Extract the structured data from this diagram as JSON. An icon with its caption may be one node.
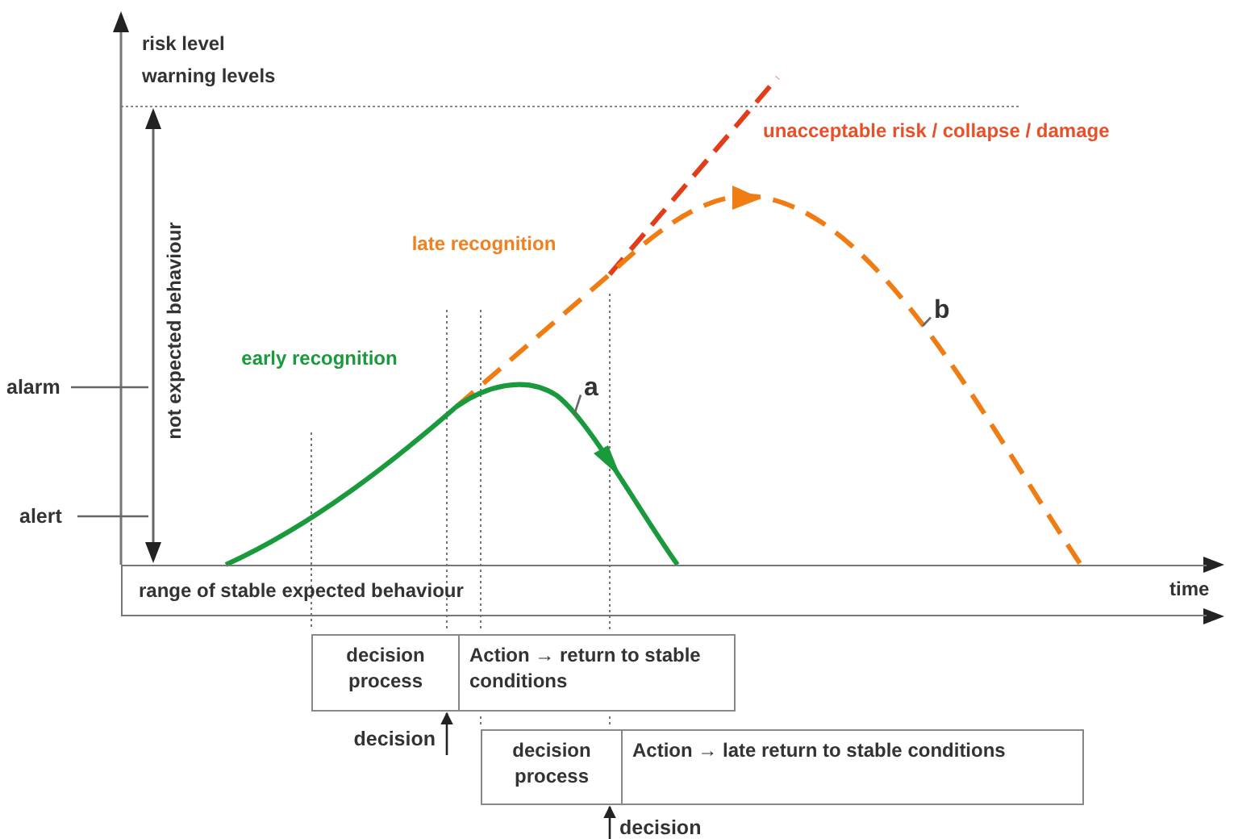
{
  "diagram": {
    "nodes": [
      {
        "text": [
          "range of stable expected behaviour"
        ]
      },
      {
        "text": [
          "decision process",
          "Action → return to stable conditions"
        ]
      },
      {
        "text": [
          "decision process",
          "Action → late return to stable conditions"
        ]
      },
      {
        "text": [
          "decision"
        ]
      },
      {
        "text": [
          "decision"
        ]
      },
      {
        "text": [
          "a"
        ]
      },
      {
        "text": [
          "b"
        ]
      },
      {
        "text": [
          "alarm"
        ]
      },
      {
        "text": [
          "alert"
        ]
      }
    ],
    "edges": [
      {
        "from": 3,
        "to": 1,
        "arrow": "to"
      },
      {
        "from": 4,
        "to": 2,
        "arrow": "to"
      },
      {
        "from": 5,
        "to": null,
        "arrow": "none"
      },
      {
        "from": 6,
        "to": null,
        "arrow": "none"
      },
      {
        "from": 7,
        "to": null,
        "arrow": "none"
      },
      {
        "from": 8,
        "to": null,
        "arrow": "none"
      }
    ],
    "labels": [
      "risk level",
      "warning levels",
      "not expected behaviour",
      "unacceptable risk / collapse / damage",
      "late recognition",
      "early recognition",
      "time"
    ]
  }
}
